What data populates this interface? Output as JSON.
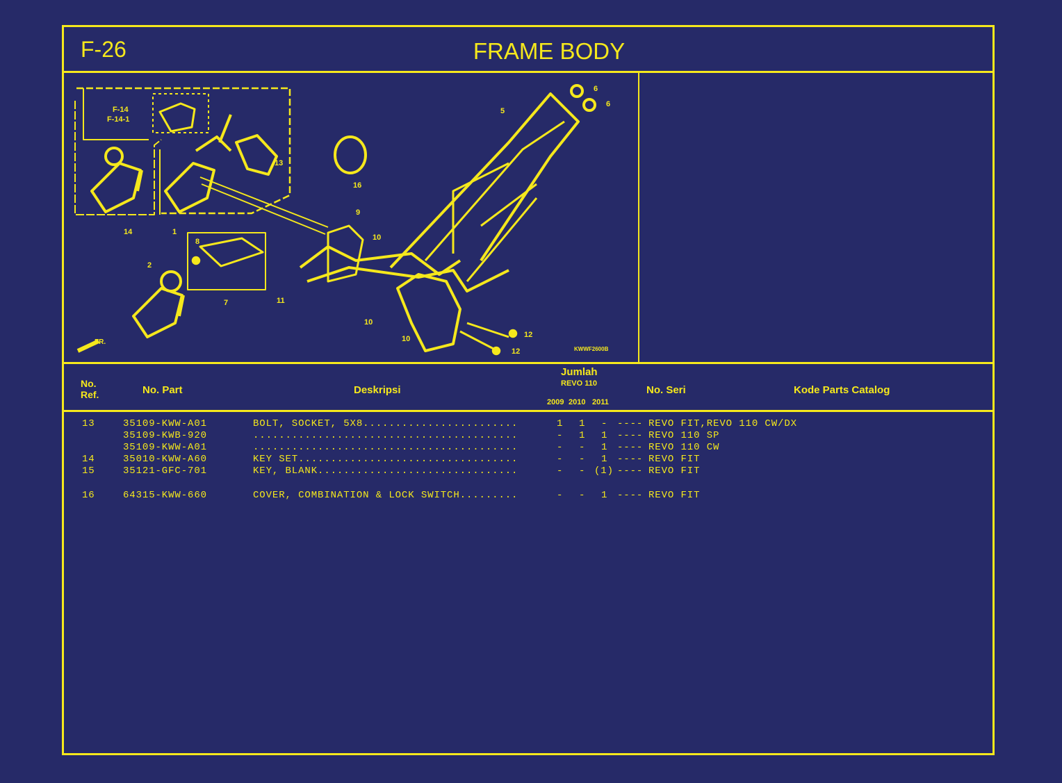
{
  "header": {
    "code": "F-26",
    "title": "FRAME BODY"
  },
  "diagram": {
    "ref_labels": [
      "F-14",
      "F-14-1",
      "13",
      "16",
      "14",
      "1",
      "9",
      "10",
      "8",
      "2",
      "7",
      "11",
      "10",
      "10",
      "12",
      "12",
      "5",
      "6",
      "6",
      "FR."
    ],
    "drawing_code": "KWWF2600B"
  },
  "table": {
    "headers": {
      "ref": [
        "No.",
        "Ref."
      ],
      "part": "No. Part",
      "desc": "Deskripsi",
      "qty": "Jumlah",
      "model": "REVO 110",
      "years": [
        "2009",
        "2010",
        "2011"
      ],
      "serial": "No. Seri",
      "catalog": "Kode Parts Catalog"
    },
    "rows": [
      {
        "ref": "13",
        "part": "35109-KWW-A01",
        "desc": "BOLT, SOCKET, 5X8........................",
        "q": [
          "1",
          "1",
          "-"
        ],
        "serial": "REVO FIT,REVO 110 CW/DX"
      },
      {
        "ref": "",
        "part": "35109-KWB-920",
        "desc": ".........................................",
        "q": [
          "-",
          "1",
          "1"
        ],
        "serial": "REVO 110 SP"
      },
      {
        "ref": "",
        "part": "35109-KWW-A01",
        "desc": ".........................................",
        "q": [
          "-",
          "-",
          "1"
        ],
        "serial": "REVO 110 CW"
      },
      {
        "ref": "14",
        "part": "35010-KWW-A60",
        "desc": "KEY SET..................................",
        "q": [
          "-",
          "-",
          "1"
        ],
        "serial": "REVO FIT"
      },
      {
        "ref": "15",
        "part": "35121-GFC-701",
        "desc": "KEY, BLANK...............................",
        "q": [
          "-",
          "-",
          "(1)"
        ],
        "serial": "REVO FIT"
      },
      {
        "ref": "16",
        "part": "64315-KWW-660",
        "desc": "COVER, COMBINATION & LOCK SWITCH.........",
        "q": [
          "-",
          "-",
          "1"
        ],
        "serial": "REVO FIT"
      }
    ],
    "separator": "----"
  },
  "colors": {
    "background": "#262a68",
    "accent": "#f5e81c"
  }
}
